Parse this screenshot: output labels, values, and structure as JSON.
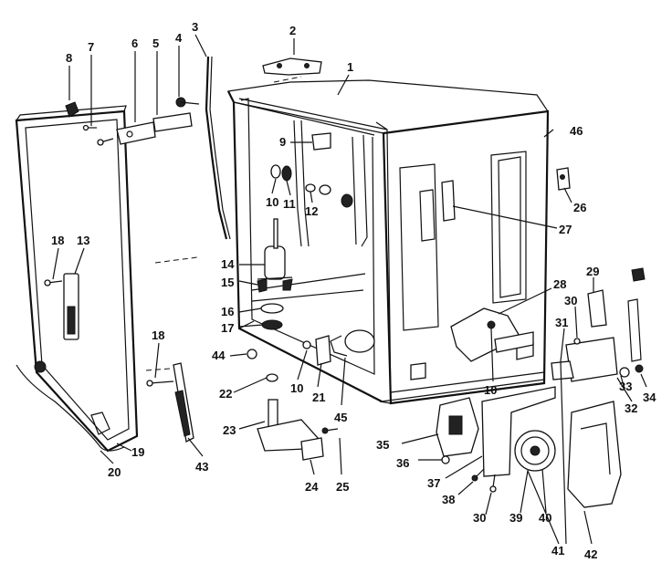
{
  "diagram": {
    "labels": [
      "1",
      "2",
      "3",
      "4",
      "5",
      "6",
      "7",
      "8",
      "9",
      "10",
      "10",
      "10",
      "11",
      "12",
      "13",
      "14",
      "15",
      "16",
      "17",
      "18",
      "18",
      "19",
      "20",
      "21",
      "22",
      "23",
      "24",
      "25",
      "26",
      "27",
      "28",
      "29",
      "30",
      "30",
      "31",
      "32",
      "33",
      "34",
      "35",
      "36",
      "37",
      "38",
      "39",
      "40",
      "41",
      "42",
      "43",
      "44",
      "45",
      "46"
    ]
  }
}
